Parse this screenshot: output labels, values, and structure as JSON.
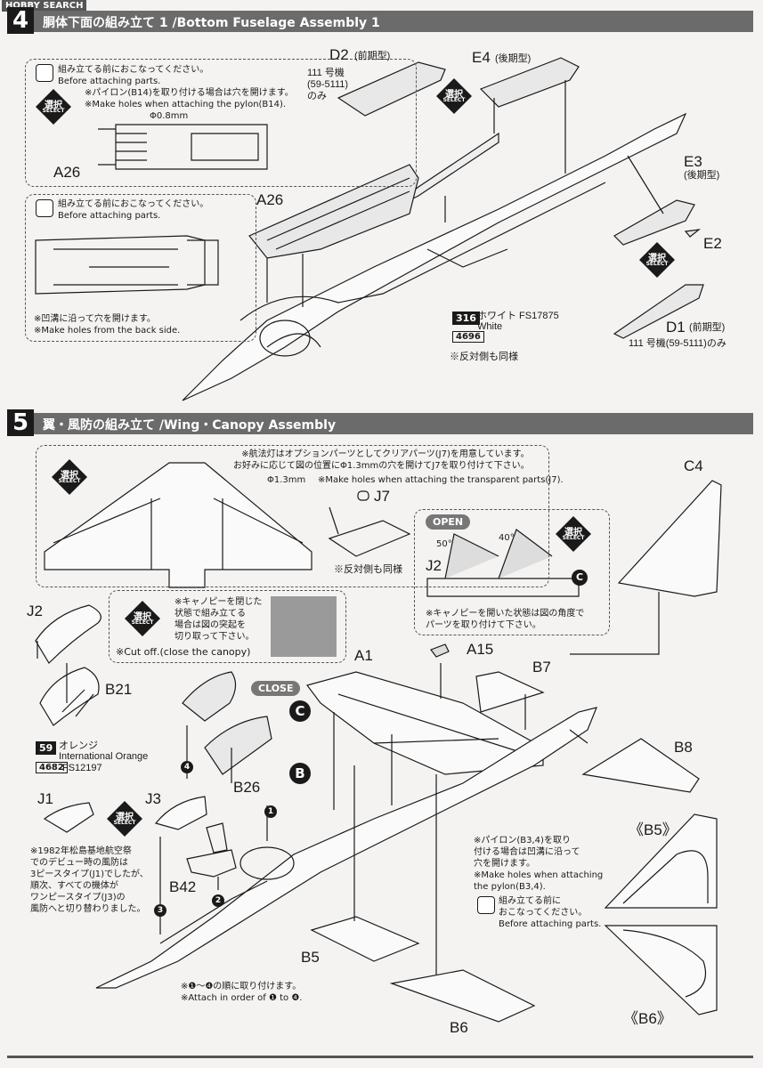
{
  "watermark": "HOBBY SEARCH",
  "step4": {
    "number": "4",
    "title": "胴体下面の組み立て 1 /Bottom Fuselage Assembly 1",
    "note1": {
      "jp": "組み立てる前におこなってください。",
      "en": "Before attaching parts.",
      "hole_jp": "※パイロン(B14)を取り付ける場合は穴を開けます。",
      "hole_en": "※Make holes when attaching the pylon(B14).",
      "diameter": "Φ0.8mm",
      "part": "A26"
    },
    "note2": {
      "jp": "組み立てる前におこなってください。",
      "en": "Before attaching parts.",
      "hole_jp": "※凹溝に沿って穴を開けます。",
      "hole_en": "※Make holes from the back side."
    },
    "select_label": "選択",
    "select_en": "SELECT",
    "parts": {
      "d2": "D2",
      "d2_type": "(前期型)",
      "d2_note": "111 号機\n(59-5111)\nのみ",
      "e4": "E4",
      "e4_type": "(後期型)",
      "e3": "E3",
      "e3_type": "(後期型)",
      "e2": "E2",
      "d1": "D1",
      "d1_type": "(前期型)",
      "d1_note": "111 号機(59-5111)のみ",
      "a26": "A26"
    },
    "paint": {
      "code": "316",
      "jp": "ホワイト FS17875",
      "en": "White",
      "box": "4696"
    },
    "opposite_side": "※反対側も同様"
  },
  "step5": {
    "number": "5",
    "title": "翼・風防の組み立て /Wing・Canopy Assembly",
    "nav_light_jp": "※航法灯はオプションパーツとしてクリアパーツ(J7)を用意しています。\nお好みに応じて図の位置にΦ1.3mmの穴を開けてJ7を取り付けて下さい。",
    "nav_light_en": "※Make holes when attaching the transparent parts(J7).",
    "diameter": "Φ1.3mm",
    "j7": "J7",
    "opposite_side": "※反対側も同様",
    "select_label": "選択",
    "select_en": "SELECT",
    "open": "OPEN",
    "close": "CLOSE",
    "angle1": "50°",
    "angle2": "40°",
    "canopy_open_note": "※キャノピーを開いた状態は図の角度で\nパーツを取り付けて下さい。",
    "cutoff_jp": "※キャノピーを閉じた\n状態で組み立てる\n場合は図の突起を\n切り取って下さい。",
    "cutoff_en": "※Cut off.(close the canopy)",
    "paint": {
      "code": "59",
      "jp": "オレンジ",
      "en": "International Orange",
      "box": "4682",
      "fs": "FS12197"
    },
    "canopy_note_jp": "※1982年松島基地航空祭\nでのデビュー時の風防は\n3ピースタイプ(J1)でしたが、\n順次、すべての機体が\nワンピースタイプ(J3)の\n風防へと切り替わりました。",
    "pylon_note_jp": "※パイロン(B3,4)を取り\n付ける場合は凹溝に沿って\n穴を開けます。",
    "pylon_note_en": "※Make holes when attaching\nthe pylon(B3,4).",
    "before_jp": "組み立てる前に\nおこなってください。",
    "before_en": "Before attaching parts.",
    "order_jp": "※❶～❹の順に取り付けます。",
    "order_en": "※Attach in order of ❶ to ❹.",
    "parts": {
      "c4": "C4",
      "j2": "J2",
      "j2b": "J2",
      "b21": "B21",
      "a1": "A1",
      "a15": "A15",
      "b7": "B7",
      "b8": "B8",
      "b26": "B26",
      "j1": "J1",
      "j3": "J3",
      "b42": "B42",
      "b5": "B5",
      "b6": "B6",
      "b5_ref": "《B5》",
      "b6_ref": "《B6》"
    },
    "circle_b": "B",
    "circle_c": "C",
    "steps": [
      "1",
      "2",
      "3",
      "4"
    ]
  }
}
